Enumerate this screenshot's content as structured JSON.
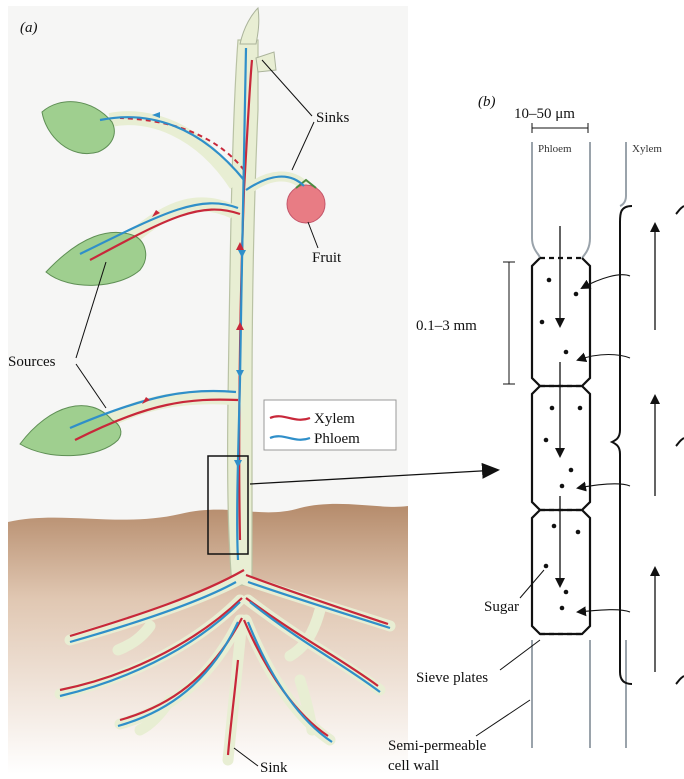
{
  "panel_a": {
    "tag": "(a)",
    "labels": {
      "sinks": "Sinks",
      "fruit": "Fruit",
      "sources": "Sources",
      "sink": "Sink"
    },
    "legend": {
      "xylem": "Xylem",
      "phloem": "Phloem"
    }
  },
  "panel_b": {
    "tag": "(b)",
    "width_label": "10–50 μm",
    "phloem_label": "Phloem",
    "xylem_label": "Xylem",
    "length_label": "0.1–3 mm",
    "sugar_label": "Sugar",
    "sieve_label": "Sieve plates",
    "wall_label_line1": "Semi-permeable",
    "wall_label_line2": "cell wall"
  },
  "colors": {
    "xylem": "#c8283a",
    "phloem": "#2f8fc9",
    "leaf": "#9fcf8f",
    "stem": "#e8eed3",
    "soil": "#b58b6b",
    "fruit": "#e87c84",
    "tube_wall": "#9aa3ab"
  }
}
